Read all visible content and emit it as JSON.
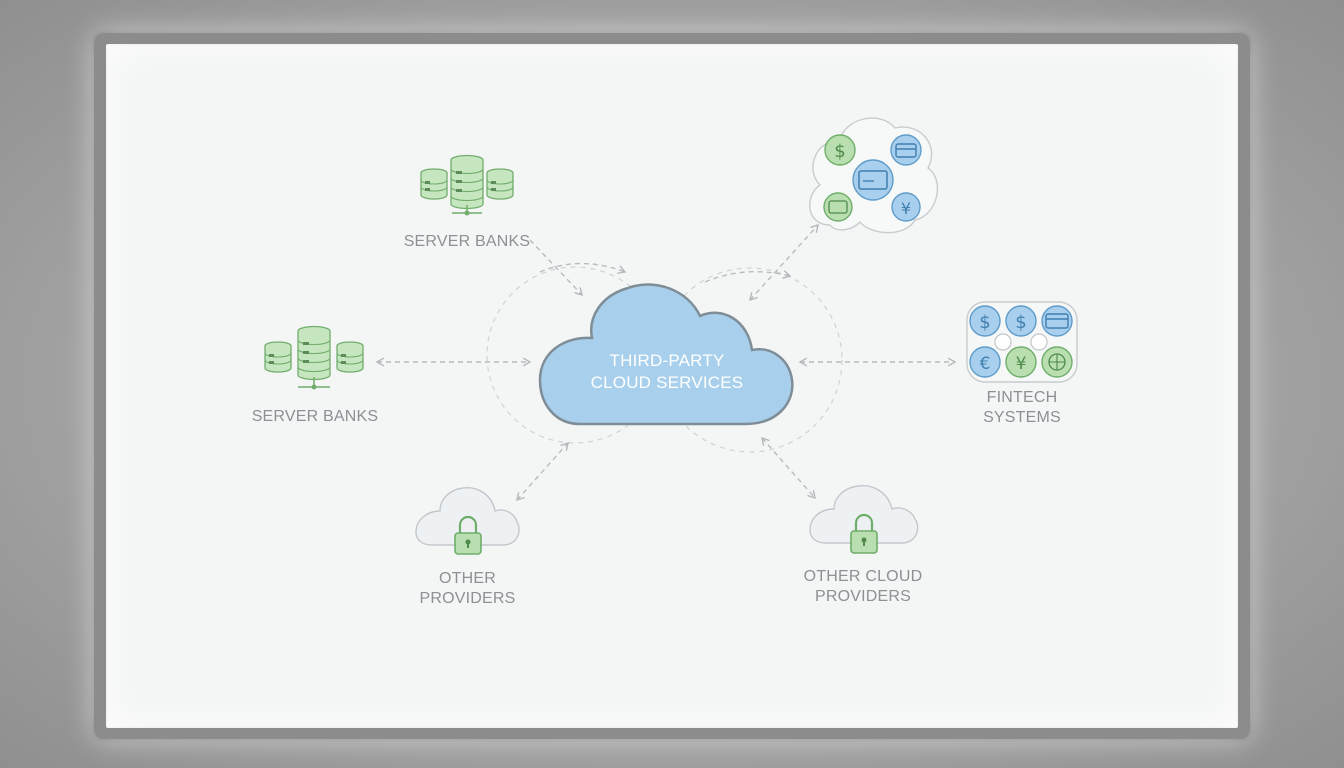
{
  "diagram": {
    "center": {
      "line1": "THIRD-PARTY",
      "line2": "CLOUD SERVICES"
    },
    "nodes": {
      "server_banks_top": {
        "label": "SERVER BANKS"
      },
      "server_banks_left": {
        "label": "SERVER BANKS"
      },
      "fintech": {
        "line1": "FINTECH",
        "line2": "SYSTEMS"
      },
      "other_providers": {
        "line1": "OTHER",
        "line2": "PROVIDERS"
      },
      "other_cloud_providers": {
        "line1": "OTHER CLOUD",
        "line2": "PROVIDERS"
      }
    },
    "colors": {
      "cloud_fill": "#a8d0ec",
      "cloud_stroke": "#7d8c96",
      "green": "#b9dfb0",
      "green_stroke": "#6fae6a",
      "blue": "#a9cfee",
      "blue_stroke": "#5e9cc9",
      "arrow": "#b8bcc0",
      "label": "#8c9196"
    }
  }
}
